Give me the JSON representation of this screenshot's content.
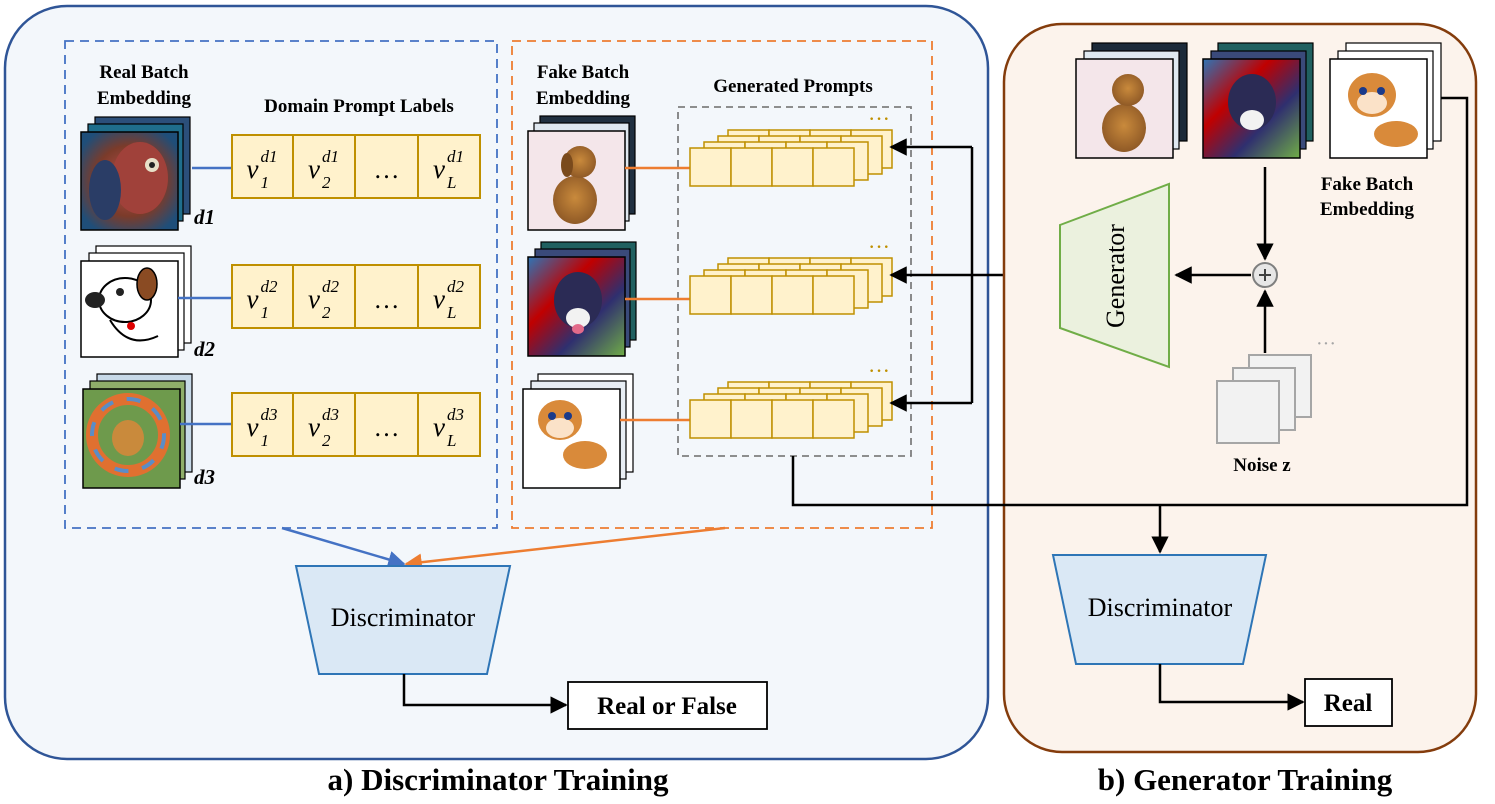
{
  "panels": {
    "discriminator_training": {
      "caption": "a) Discriminator Training",
      "real_batch_label": [
        "Real Batch",
        "Embedding"
      ],
      "domain_prompt_labels_title": "Domain Prompt Labels",
      "fake_batch_label": [
        "Fake Batch",
        "Embedding"
      ],
      "generated_prompts_title": "Generated Prompts",
      "discriminator_label": "Discriminator",
      "output_label": "Real or False",
      "domains": [
        {
          "tag": "d1",
          "sup": "d1"
        },
        {
          "tag": "d2",
          "sup": "d2"
        },
        {
          "tag": "d3",
          "sup": "d3"
        }
      ],
      "prompt_symbol": "v",
      "subscripts": [
        "1",
        "2",
        "L"
      ],
      "ellipsis": "…"
    },
    "generator_training": {
      "caption": "b) Generator Training",
      "fake_batch_label": [
        "Fake Batch",
        "Embedding"
      ],
      "generator_label": "Generator",
      "noise_label": "Noise z",
      "discriminator_label": "Discriminator",
      "output_label": "Real",
      "plus_symbol": "+"
    }
  },
  "colors": {
    "left_panel_border": "#2f5597",
    "left_panel_fill": "#f3f7fb",
    "right_panel_border": "#843c0c",
    "right_panel_fill": "#fcf3ec",
    "real_dashed": "#4472c4",
    "fake_dashed": "#ed7d31",
    "prompt_fill": "#fff2cc",
    "prompt_border": "#bf9000",
    "discriminator_fill": "#dae8f5",
    "discriminator_border": "#2e75b6",
    "generator_fill": "#ebf1de",
    "generator_border": "#70ad47",
    "gray_dashed": "#7f7f7f"
  },
  "icons": [
    "painted-dog-image",
    "cartoon-dog-image",
    "photo-dog-image",
    "golden-retriever-image",
    "colorful-dog-image",
    "cartoon-puppy-image",
    "plus-circle-icon",
    "noise-stack-icon"
  ]
}
